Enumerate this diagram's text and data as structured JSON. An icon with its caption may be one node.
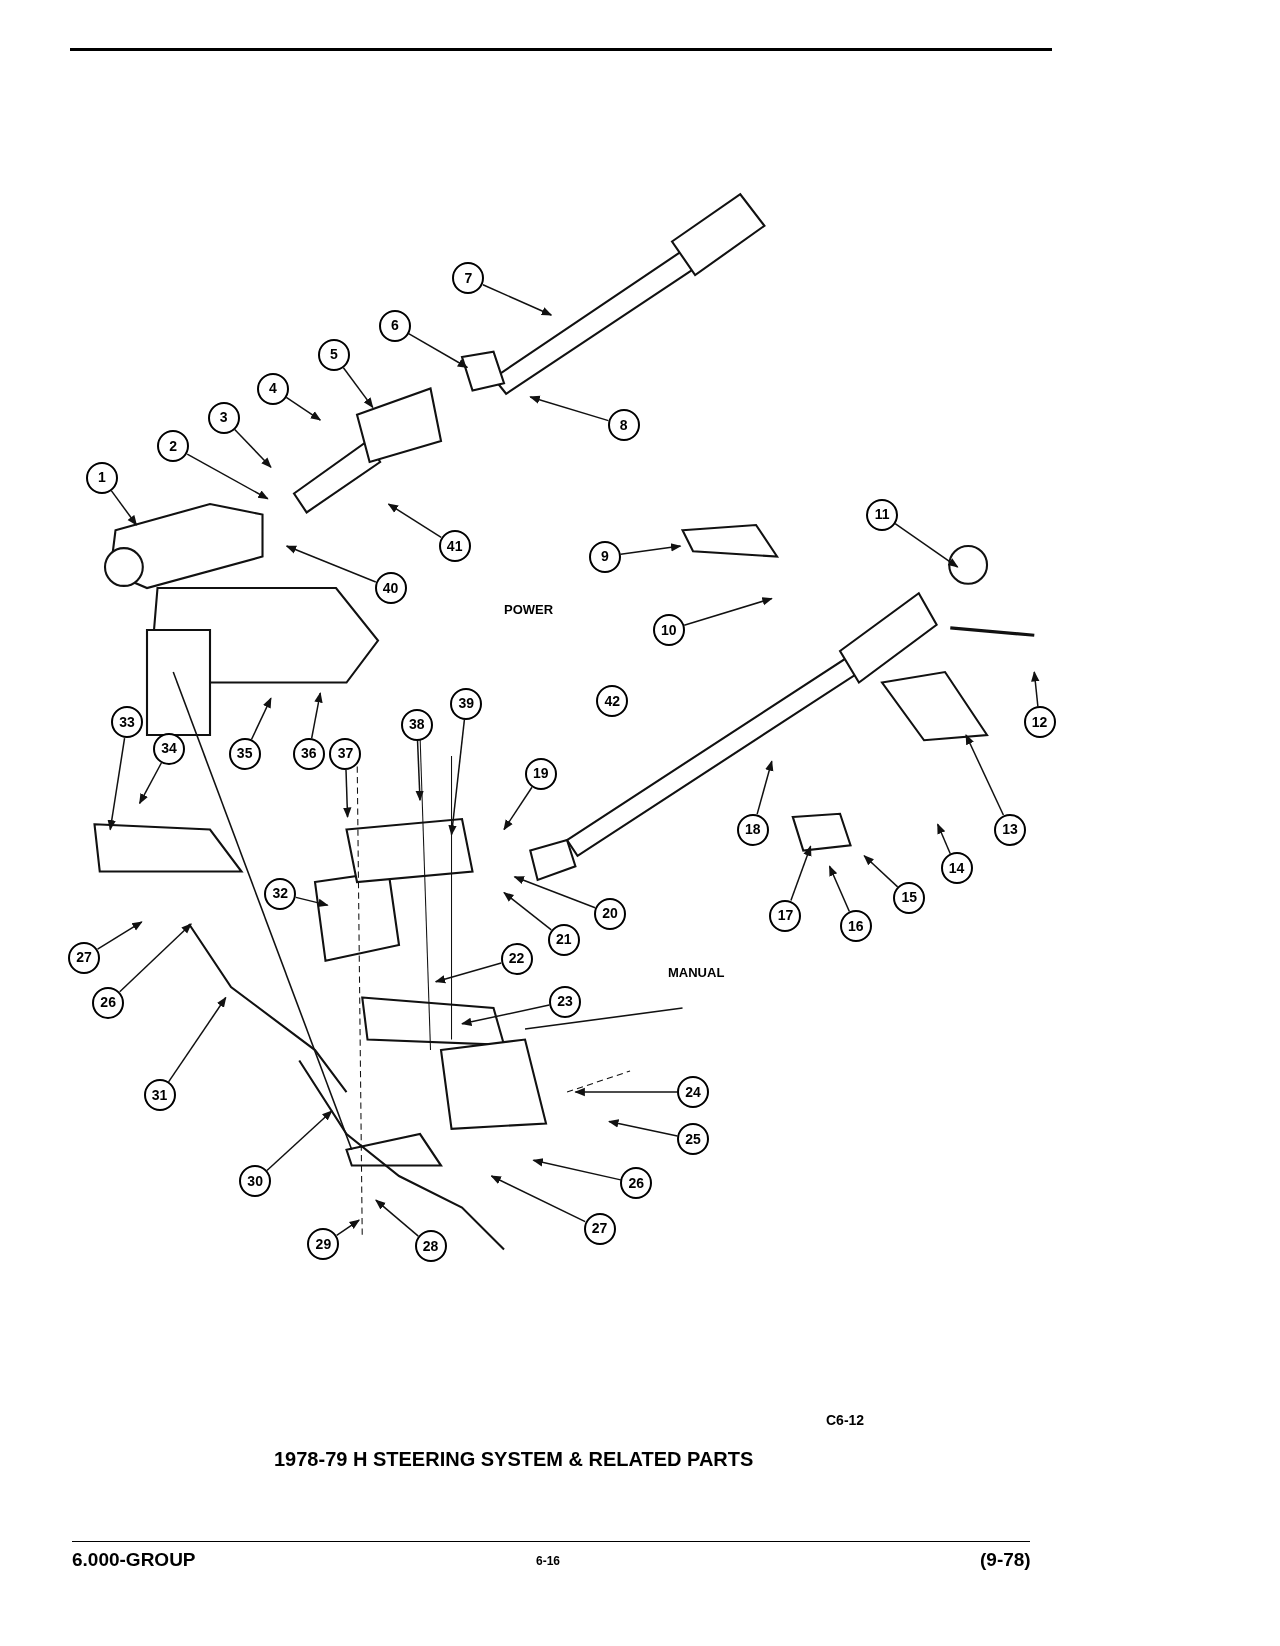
{
  "diagram": {
    "title": "1978-79 H STEERING SYSTEM & RELATED PARTS",
    "nodes": [
      {
        "text": [
          "1"
        ]
      },
      {
        "text": [
          "2"
        ]
      },
      {
        "text": [
          "3"
        ]
      },
      {
        "text": [
          "4"
        ]
      },
      {
        "text": [
          "5"
        ]
      },
      {
        "text": [
          "6"
        ]
      },
      {
        "text": [
          "7"
        ]
      },
      {
        "text": [
          "8"
        ]
      },
      {
        "text": [
          "9"
        ]
      },
      {
        "text": [
          "10"
        ]
      },
      {
        "text": [
          "11"
        ]
      },
      {
        "text": [
          "12"
        ]
      },
      {
        "text": [
          "13"
        ]
      },
      {
        "text": [
          "14"
        ]
      },
      {
        "text": [
          "15"
        ]
      },
      {
        "text": [
          "16"
        ]
      },
      {
        "text": [
          "17"
        ]
      },
      {
        "text": [
          "18"
        ]
      },
      {
        "text": [
          "19"
        ]
      },
      {
        "text": [
          "20"
        ]
      },
      {
        "text": [
          "21"
        ]
      },
      {
        "text": [
          "22"
        ]
      },
      {
        "text": [
          "23"
        ]
      },
      {
        "text": [
          "24"
        ]
      },
      {
        "text": [
          "25"
        ]
      },
      {
        "text": [
          "26"
        ]
      },
      {
        "text": [
          "27"
        ]
      },
      {
        "text": [
          "26"
        ]
      },
      {
        "text": [
          "27"
        ]
      },
      {
        "text": [
          "28"
        ]
      },
      {
        "text": [
          "29"
        ]
      },
      {
        "text": [
          "30"
        ]
      },
      {
        "text": [
          "31"
        ]
      },
      {
        "text": [
          "32"
        ]
      },
      {
        "text": [
          "33"
        ]
      },
      {
        "text": [
          "34"
        ]
      },
      {
        "text": [
          "35"
        ]
      },
      {
        "text": [
          "36"
        ]
      },
      {
        "text": [
          "37"
        ]
      },
      {
        "text": [
          "38"
        ]
      },
      {
        "text": [
          "39"
        ]
      },
      {
        "text": [
          "40"
        ]
      },
      {
        "text": [
          "41"
        ]
      },
      {
        "text": [
          "42"
        ]
      }
    ],
    "edges": [
      {
        "from": 0,
        "to": null,
        "arrow": "to"
      },
      {
        "from": 1,
        "to": null,
        "arrow": "to"
      },
      {
        "from": 2,
        "to": null,
        "arrow": "to"
      },
      {
        "from": 3,
        "to": null,
        "arrow": "to"
      },
      {
        "from": 4,
        "to": null,
        "arrow": "to"
      },
      {
        "from": 5,
        "to": null,
        "arrow": "to"
      },
      {
        "from": 6,
        "to": null,
        "arrow": "to"
      },
      {
        "from": 7,
        "to": null,
        "arrow": "to"
      },
      {
        "from": 8,
        "to": null,
        "arrow": "to"
      },
      {
        "from": 9,
        "to": null,
        "arrow": "to"
      },
      {
        "from": 10,
        "to": null,
        "arrow": "to"
      },
      {
        "from": 11,
        "to": null,
        "arrow": "to"
      },
      {
        "from": 12,
        "to": null,
        "arrow": "to"
      },
      {
        "from": 13,
        "to": null,
        "arrow": "to"
      },
      {
        "from": 14,
        "to": null,
        "arrow": "to"
      },
      {
        "from": 15,
        "to": null,
        "arrow": "to"
      },
      {
        "from": 16,
        "to": null,
        "arrow": "to"
      },
      {
        "from": 17,
        "to": null,
        "arrow": "to"
      },
      {
        "from": 18,
        "to": null,
        "arrow": "to"
      },
      {
        "from": 19,
        "to": null,
        "arrow": "to"
      },
      {
        "from": 20,
        "to": null,
        "arrow": "to"
      },
      {
        "from": 21,
        "to": null,
        "arrow": "to"
      },
      {
        "from": 22,
        "to": null,
        "arrow": "to"
      },
      {
        "from": 23,
        "to": null,
        "arrow": "to"
      },
      {
        "from": 24,
        "to": null,
        "arrow": "to"
      },
      {
        "from": 25,
        "to": null,
        "arrow": "to"
      },
      {
        "from": 26,
        "to": null,
        "arrow": "to"
      },
      {
        "from": 27,
        "to": null,
        "arrow": "to"
      },
      {
        "from": 28,
        "to": null,
        "arrow": "to"
      },
      {
        "from": 29,
        "to": null,
        "arrow": "to"
      },
      {
        "from": 30,
        "to": null,
        "arrow": "to"
      },
      {
        "from": 31,
        "to": null,
        "arrow": "to"
      },
      {
        "from": 32,
        "to": null,
        "arrow": "to"
      },
      {
        "from": 33,
        "to": null,
        "arrow": "to"
      },
      {
        "from": 34,
        "to": null,
        "arrow": "to"
      },
      {
        "from": 35,
        "to": null,
        "arrow": "to"
      },
      {
        "from": 36,
        "to": null,
        "arrow": "to"
      },
      {
        "from": 37,
        "to": null,
        "arrow": "to"
      },
      {
        "from": 38,
        "to": null,
        "arrow": "to"
      },
      {
        "from": 39,
        "to": null,
        "arrow": "to"
      },
      {
        "from": 40,
        "to": null,
        "arrow": "to"
      },
      {
        "from": 41,
        "to": null,
        "arrow": "to"
      },
      {
        "from": 42,
        "to": null,
        "arrow": "to"
      }
    ],
    "labels": [
      "POWER",
      "MANUAL",
      "C6-12",
      "6.000-GROUP",
      "6-16",
      "(9-78)"
    ]
  }
}
